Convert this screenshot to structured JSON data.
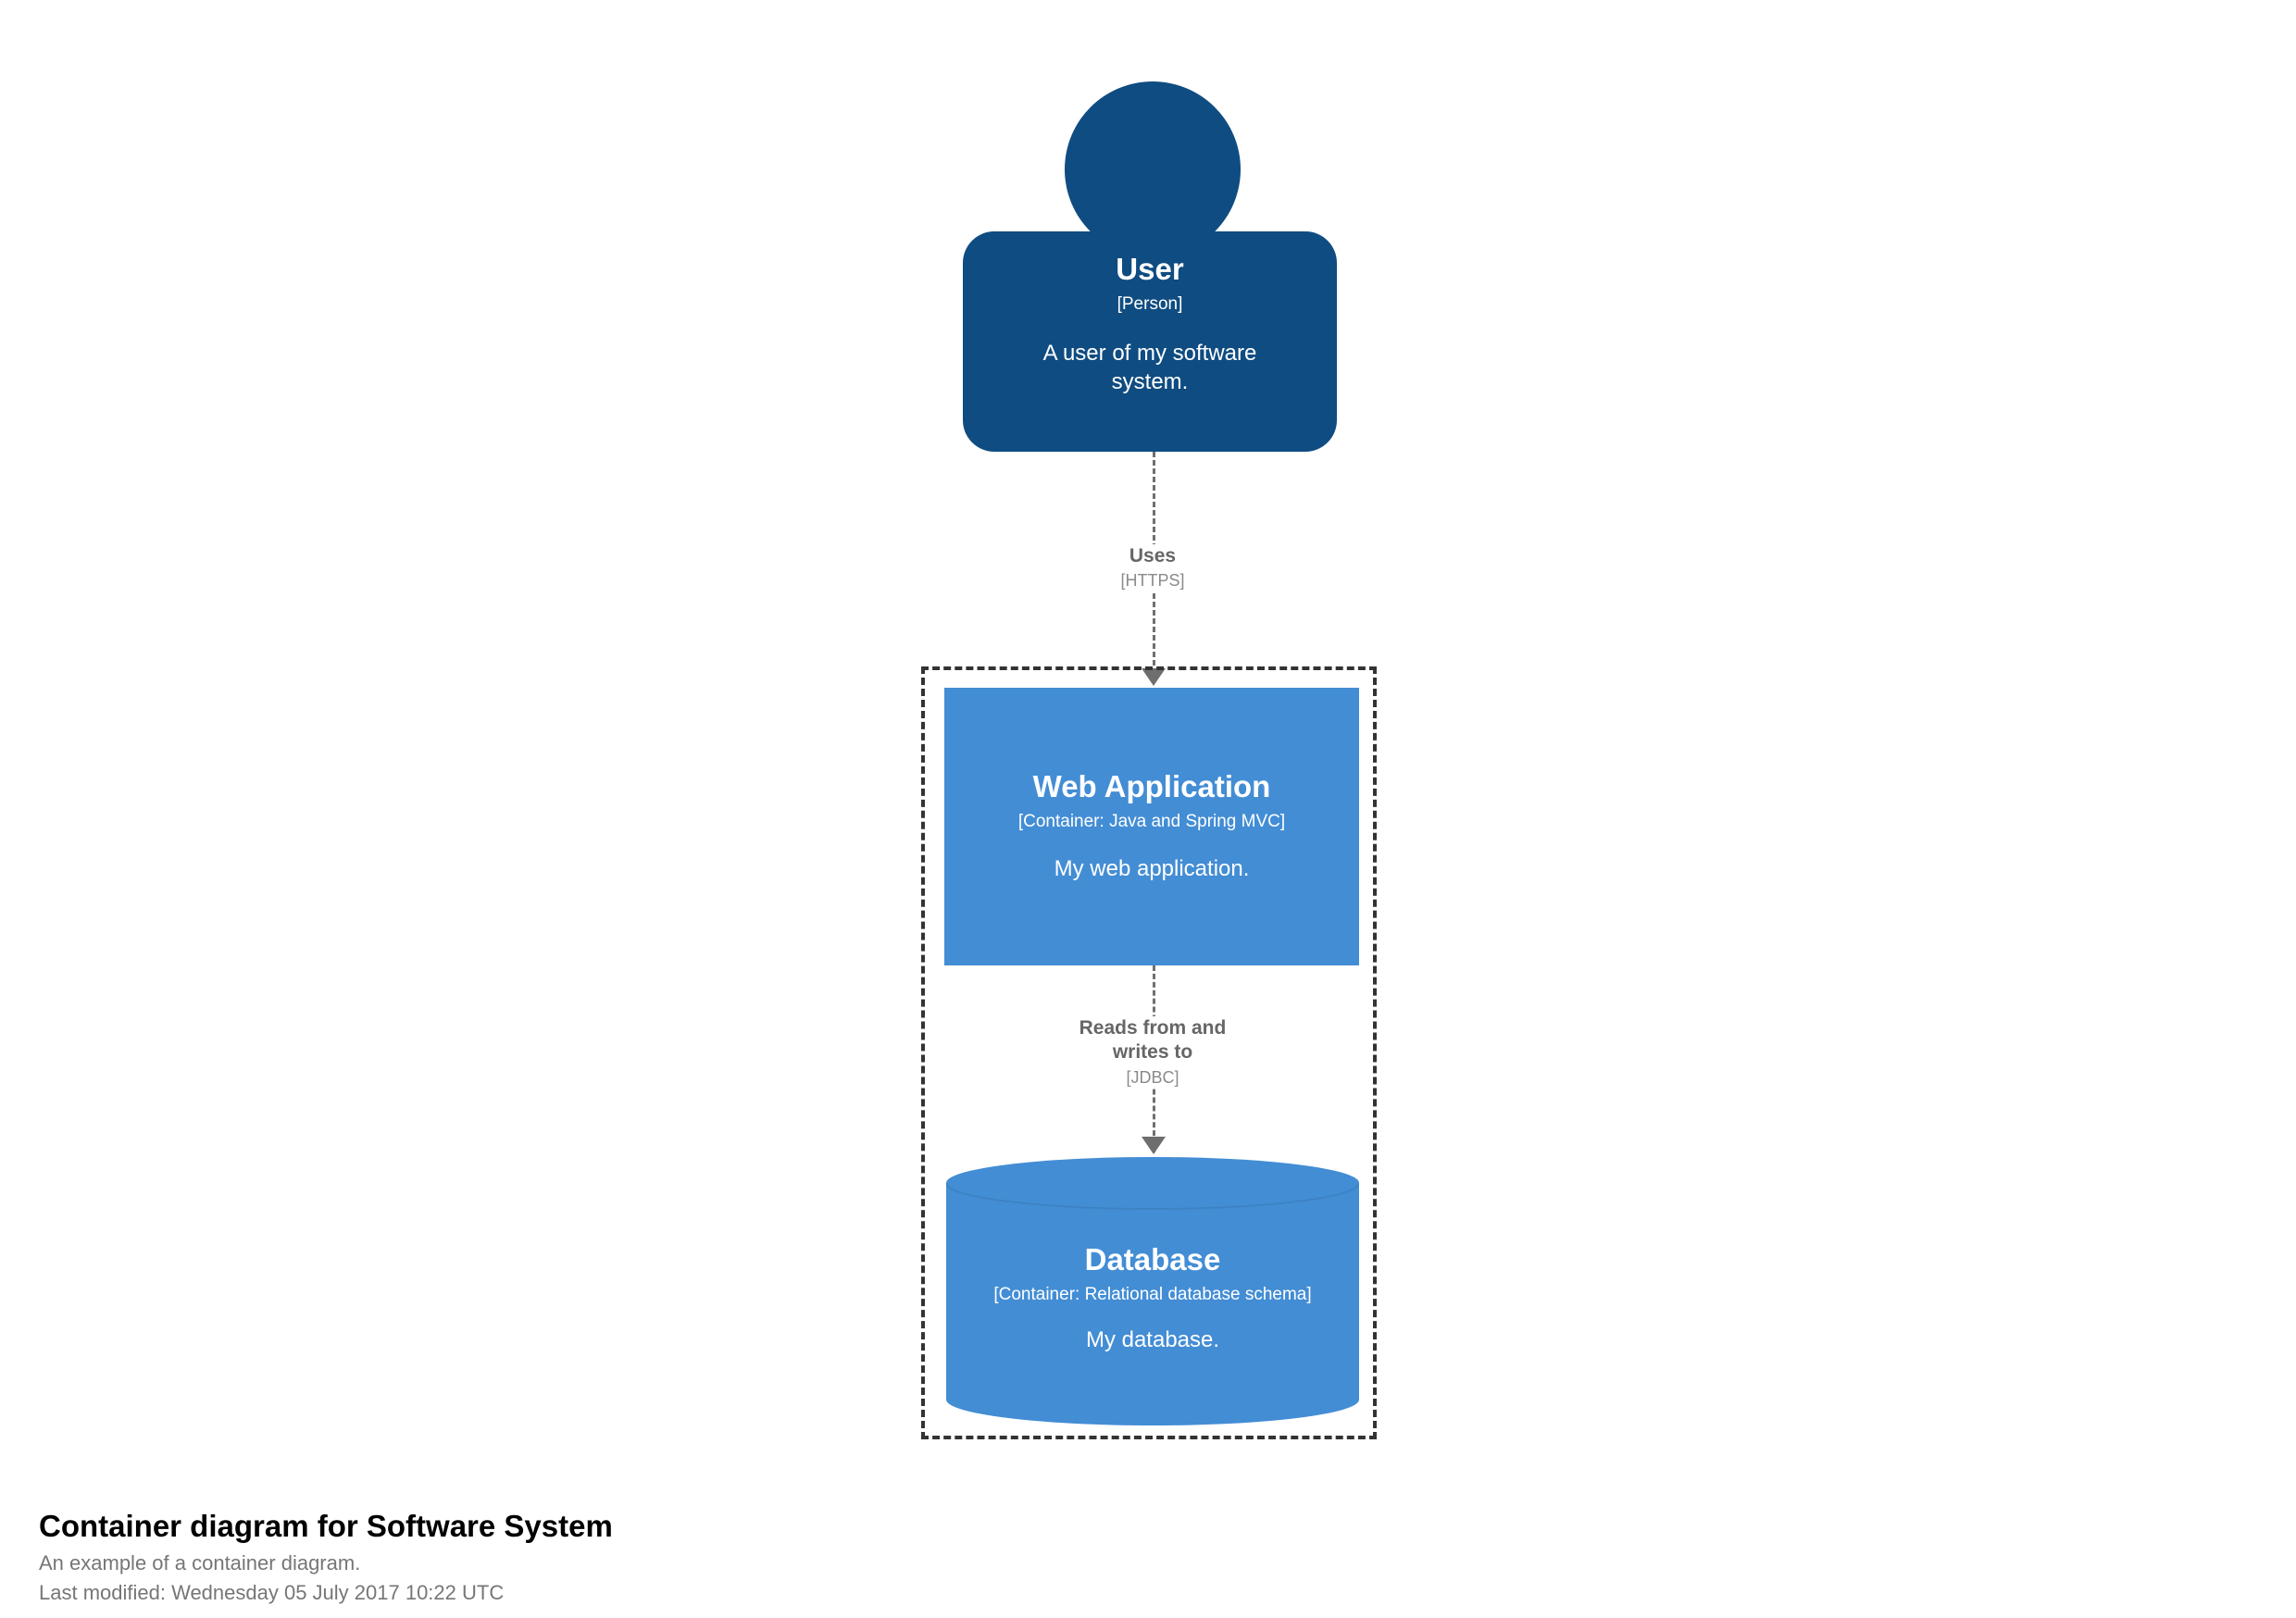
{
  "diagram": {
    "title": "Container diagram for Software System",
    "subtitle": "An example of a container diagram.",
    "last_modified": "Last modified: Wednesday 05 July 2017 10:22 UTC",
    "colors": {
      "person_fill": "#0f4c81",
      "container_fill": "#438dd5",
      "boundary_stroke": "#333333",
      "relationship_stroke": "#707070",
      "element_text": "#ffffff",
      "label_text": "#666666",
      "label_tech_text": "#8a8a8a",
      "background": "#ffffff"
    }
  },
  "elements": {
    "person": {
      "name": "User",
      "type": "[Person]",
      "description": "A user of my software system.",
      "shape": "person"
    },
    "web_application": {
      "name": "Web Application",
      "technology": "[Container: Java and Spring MVC]",
      "description": "My web application.",
      "shape": "box"
    },
    "database": {
      "name": "Database",
      "technology": "[Container: Relational database schema]",
      "description": "My database.",
      "shape": "cylinder"
    }
  },
  "relationships": [
    {
      "id": "user-to-webapp",
      "description": "Uses",
      "technology": "[HTTPS]",
      "source": "User",
      "destination": "Web Application"
    },
    {
      "id": "webapp-to-database",
      "description_line1": "Reads from and",
      "description_line2": "writes to",
      "technology": "[JDBC]",
      "source": "Web Application",
      "destination": "Database"
    }
  ]
}
